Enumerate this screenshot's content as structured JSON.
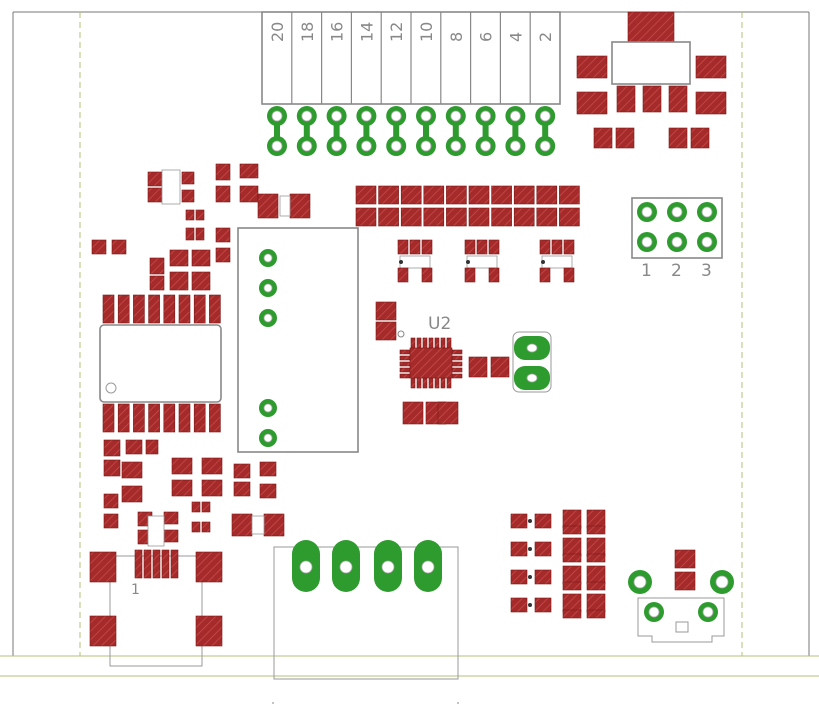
{
  "header_pin_labels": [
    "20",
    "18",
    "16",
    "14",
    "12",
    "10",
    "8",
    "6",
    "4",
    "2"
  ],
  "jumper_labels": [
    "1",
    "2",
    "3"
  ],
  "chip_label": "U2",
  "connector_pin1_label": "1",
  "colors": {
    "pad": "#a52a2a",
    "via": "#2e9b2e",
    "outline": "#888888",
    "board_line": "#b7c27a"
  }
}
